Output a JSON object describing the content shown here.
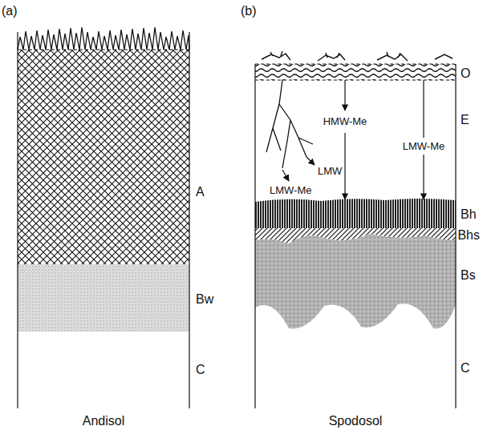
{
  "diagram": {
    "labels": [
      "(a)",
      "A",
      "Bw",
      "C",
      "Andisol",
      "(b)",
      "O",
      "E",
      "LMW",
      "LMW-Me",
      "HMW-Me",
      "LMW-Me",
      "Bh",
      "Bhs",
      "Bs",
      "C",
      "Spodosol"
    ]
  }
}
